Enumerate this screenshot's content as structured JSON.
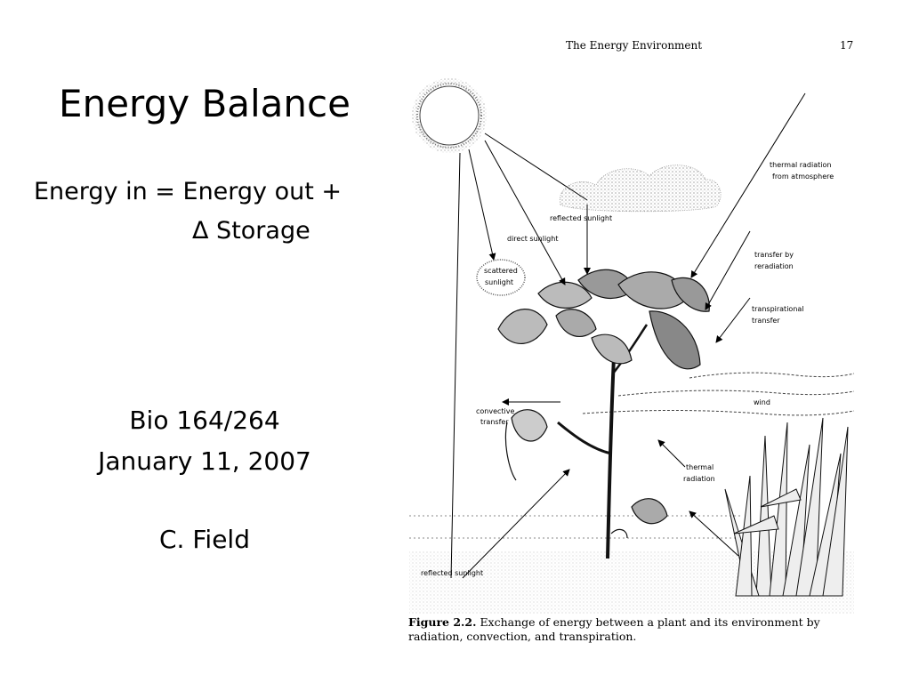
{
  "slide": {
    "title": "Energy Balance",
    "equation_line1": "Energy in = Energy out +",
    "equation_line2": "Δ Storage",
    "course": "Bio 164/264",
    "date": "January 11, 2007",
    "author": "C. Field"
  },
  "figure": {
    "header_title": "The Energy Environment",
    "page_number": "17",
    "caption_label": "Figure 2.2.",
    "caption_text": "Exchange of energy between a plant and its environment by radiation, convection, and transpiration.",
    "labels": {
      "thermal_atmosphere_1": "thermal radiation",
      "thermal_atmosphere_2": "from atmosphere",
      "reflected_cloud": "reflected sunlight",
      "direct": "direct sunlight",
      "scattered_1": "scattered",
      "scattered_2": "sunlight",
      "reradiation_1": "transfer by",
      "reradiation_2": "reradiation",
      "transpiration_1": "transpirational",
      "transpiration_2": "transfer",
      "wind": "wind",
      "convective_1": "convective",
      "convective_2": "transfer",
      "thermal_radiation_1": "thermal",
      "thermal_radiation_2": "radiation",
      "reflected_ground": "reflected sunlight"
    }
  }
}
